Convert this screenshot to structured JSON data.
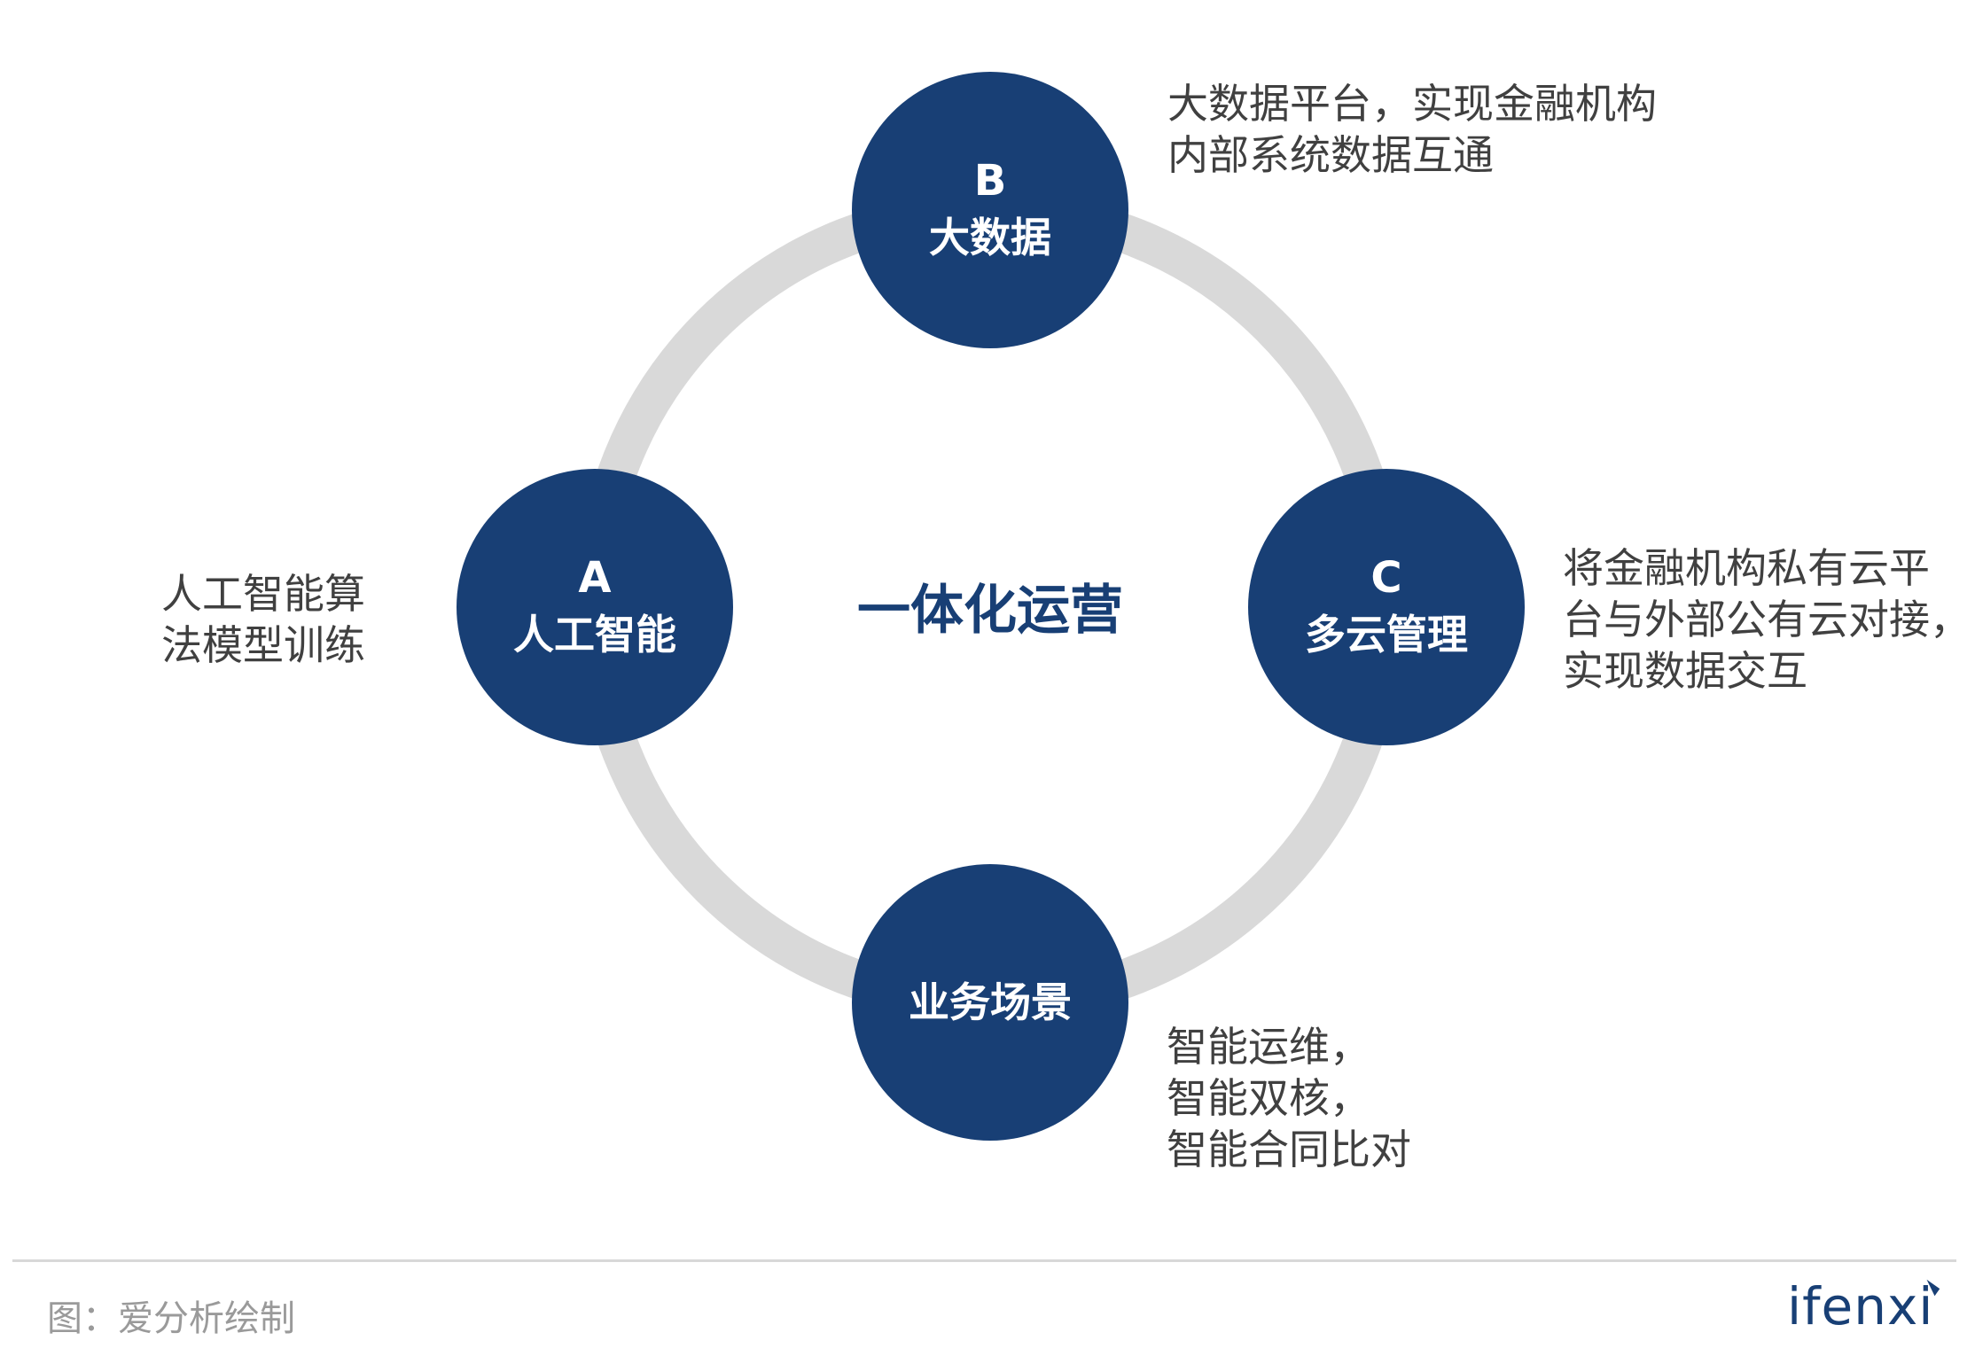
{
  "center_title": "一体化运营",
  "nodes": {
    "b": {
      "letter": "B",
      "label": "大数据",
      "desc": [
        "大数据平台，实现金融机构",
        "内部系统数据互通"
      ]
    },
    "a": {
      "letter": "A",
      "label": "人工智能",
      "desc": [
        "人工智能算",
        "法模型训练"
      ]
    },
    "c": {
      "letter": "C",
      "label": "多云管理",
      "desc": [
        "将金融机构私有云平",
        "台与外部公有云对接，",
        "实现数据交互"
      ]
    },
    "d": {
      "label": "业务场景",
      "desc": [
        "智能运维，",
        "智能双核，",
        "智能合同比对"
      ]
    }
  },
  "footer": {
    "source": "图：爱分析绘制",
    "logo": "ifenxi"
  },
  "colors": {
    "node": "#183f75",
    "ring": "#d9d9d9",
    "text": "#404040"
  }
}
